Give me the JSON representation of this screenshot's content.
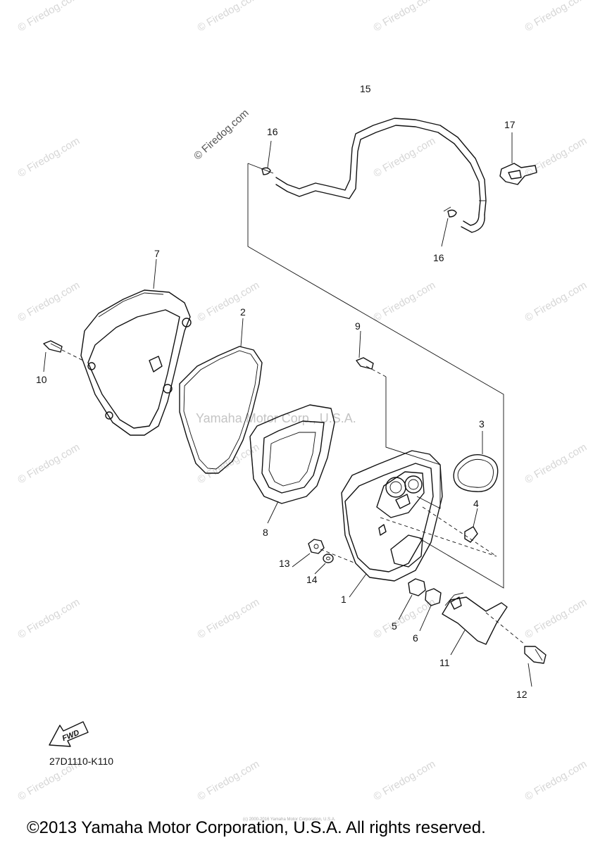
{
  "watermark": {
    "brand": "© Firedog.com",
    "center": "Yamaha Motor Corp., U.S.A."
  },
  "callouts": [
    {
      "id": "1",
      "label": "1"
    },
    {
      "id": "2",
      "label": "2"
    },
    {
      "id": "3",
      "label": "3"
    },
    {
      "id": "4",
      "label": "4"
    },
    {
      "id": "5",
      "label": "5"
    },
    {
      "id": "6",
      "label": "6"
    },
    {
      "id": "7",
      "label": "7"
    },
    {
      "id": "8",
      "label": "8"
    },
    {
      "id": "9",
      "label": "9"
    },
    {
      "id": "10",
      "label": "10"
    },
    {
      "id": "11",
      "label": "11"
    },
    {
      "id": "12",
      "label": "12"
    },
    {
      "id": "13",
      "label": "13"
    },
    {
      "id": "14",
      "label": "14"
    },
    {
      "id": "15",
      "label": "15"
    },
    {
      "id": "16a",
      "label": "16"
    },
    {
      "id": "16b",
      "label": "16"
    },
    {
      "id": "17",
      "label": "17"
    }
  ],
  "fwd_label": "FWD",
  "diagram_code": "27D1110-K110",
  "copyright": "©2013 Yamaha Motor Corporation, U.S.A. All rights reserved.",
  "tiny_note": "(c) 2000-2016 Yamaha Motor Corporation, U.S.A."
}
